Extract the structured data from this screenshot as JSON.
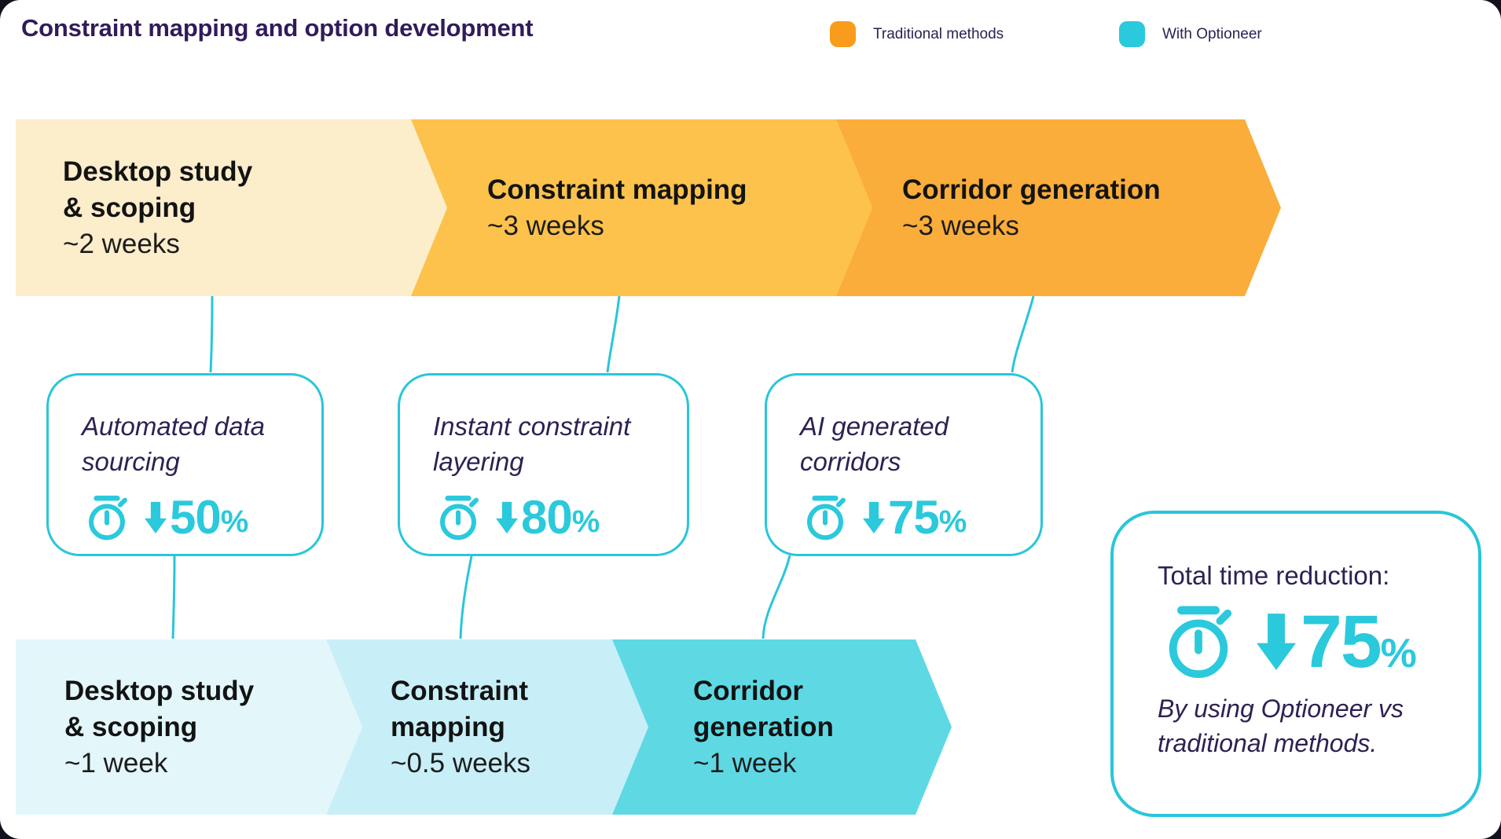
{
  "title": "Constraint mapping and option development",
  "legend": {
    "traditional": {
      "label": "Traditional methods",
      "color": "#f99c1b"
    },
    "optioneer": {
      "label": "With Optioneer",
      "color": "#2bc9dc"
    }
  },
  "traditional_row": {
    "steps": [
      {
        "name": "Desktop study\n& scoping",
        "duration": "~2 weeks",
        "color": "#fcedcb"
      },
      {
        "name": "Constraint mapping",
        "duration": "~3 weeks",
        "color": "#fcc24c"
      },
      {
        "name": "Corridor generation",
        "duration": "~3 weeks",
        "color": "#faad3b"
      }
    ]
  },
  "optioneer_row": {
    "steps": [
      {
        "name": "Desktop study\n& scoping",
        "duration": "~1 week",
        "color": "#e3f7fb"
      },
      {
        "name": "Constraint\nmapping",
        "duration": "~0.5 weeks",
        "color": "#c8eff7"
      },
      {
        "name": "Corridor\ngeneration",
        "duration": "~1 week",
        "color": "#5ed9e4"
      }
    ]
  },
  "callouts": [
    {
      "text": "Automated data\nsourcing",
      "value": "50",
      "unit": "%"
    },
    {
      "text": "Instant constraint\nlayering",
      "value": "80",
      "unit": "%"
    },
    {
      "text": "AI generated\ncorridors",
      "value": "75",
      "unit": "%"
    }
  ],
  "total": {
    "heading": "Total time reduction:",
    "value": "75",
    "unit": "%",
    "note": "By using Optioneer vs\ntraditional methods."
  },
  "colors": {
    "accent_cyan": "#29c6d9",
    "number_cyan": "#2bc9dc",
    "title_purple": "#311b5a",
    "text_purple": "#2e2153",
    "step_text": "#131313"
  }
}
